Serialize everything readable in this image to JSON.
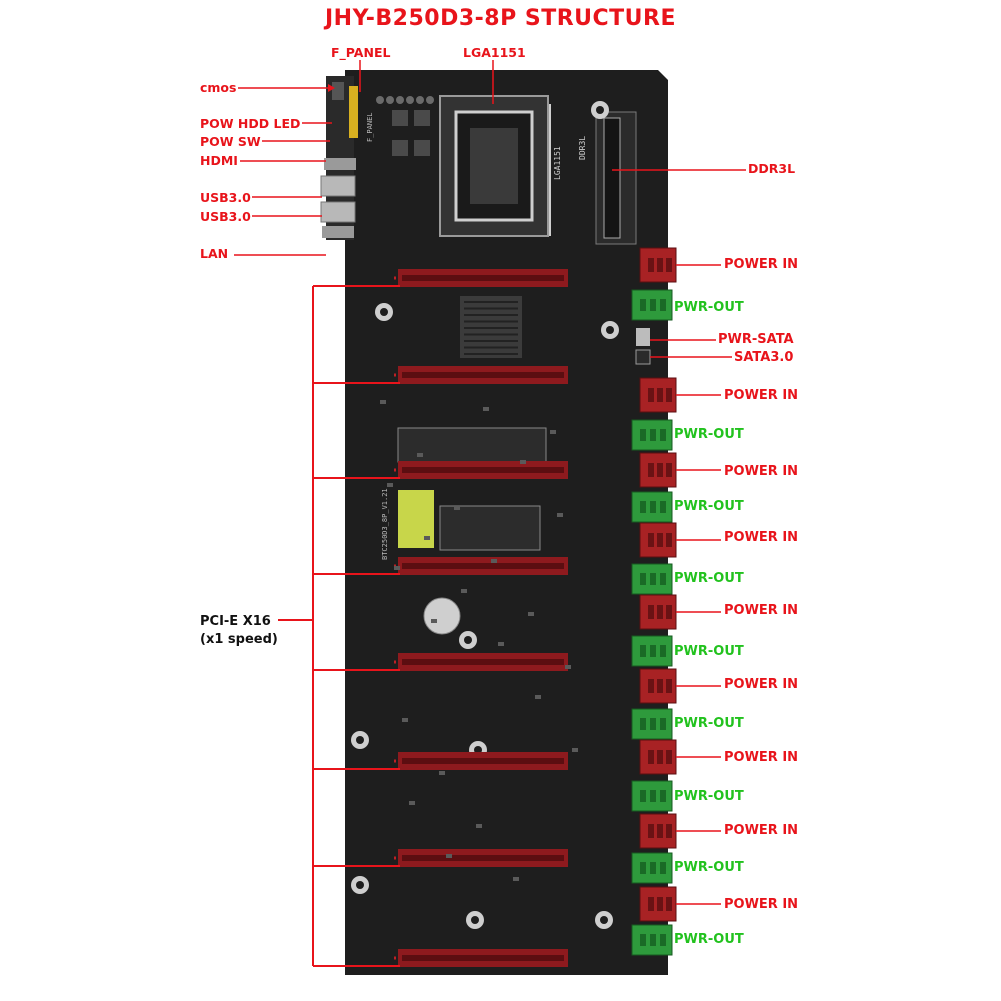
{
  "title": "JHY-B250D3-8P STRUCTURE",
  "labels": {
    "f_panel": "F_PANEL",
    "lga1151": "LGA1151",
    "cmos": "cmos",
    "pow_hdd_led": "POW HDD LED",
    "pow_sw": "POW SW",
    "hdmi": "HDMI",
    "usb3_a": "USB3.0",
    "usb3_b": "USB3.0",
    "lan": "LAN",
    "ddr3l": "DDR3L",
    "pcie_line1": "PCI-E X16",
    "pcie_line2": "(x1 speed)",
    "pwr_sata": "PWR-SATA",
    "sata3": "SATA3.0",
    "power_in": [
      "POWER IN",
      "POWER IN",
      "POWER IN",
      "POWER IN",
      "POWER IN",
      "POWER IN",
      "POWER IN",
      "POWER IN",
      "POWER IN"
    ],
    "pwr_out": [
      "PWR-OUT",
      "PWR-OUT",
      "PWR-OUT",
      "PWR-OUT",
      "PWR-OUT",
      "PWR-OUT",
      "PWR-OUT",
      "PWR-OUT",
      "PWR-OUT"
    ]
  },
  "board_text": {
    "silk_lga": "LGA1151",
    "silk_ddr": "DDR3L",
    "silk_fpanel": "F_PANEL",
    "silk_model": "BTC250D3_8P_V1.21"
  },
  "colors": {
    "accent_red": "#e8141b",
    "label_green": "#22c21e",
    "board": "#1e1e1e",
    "slot": "#8e1a1e",
    "power_in_connector": "#a82224",
    "pwr_out_connector": "#2e9a3c"
  }
}
